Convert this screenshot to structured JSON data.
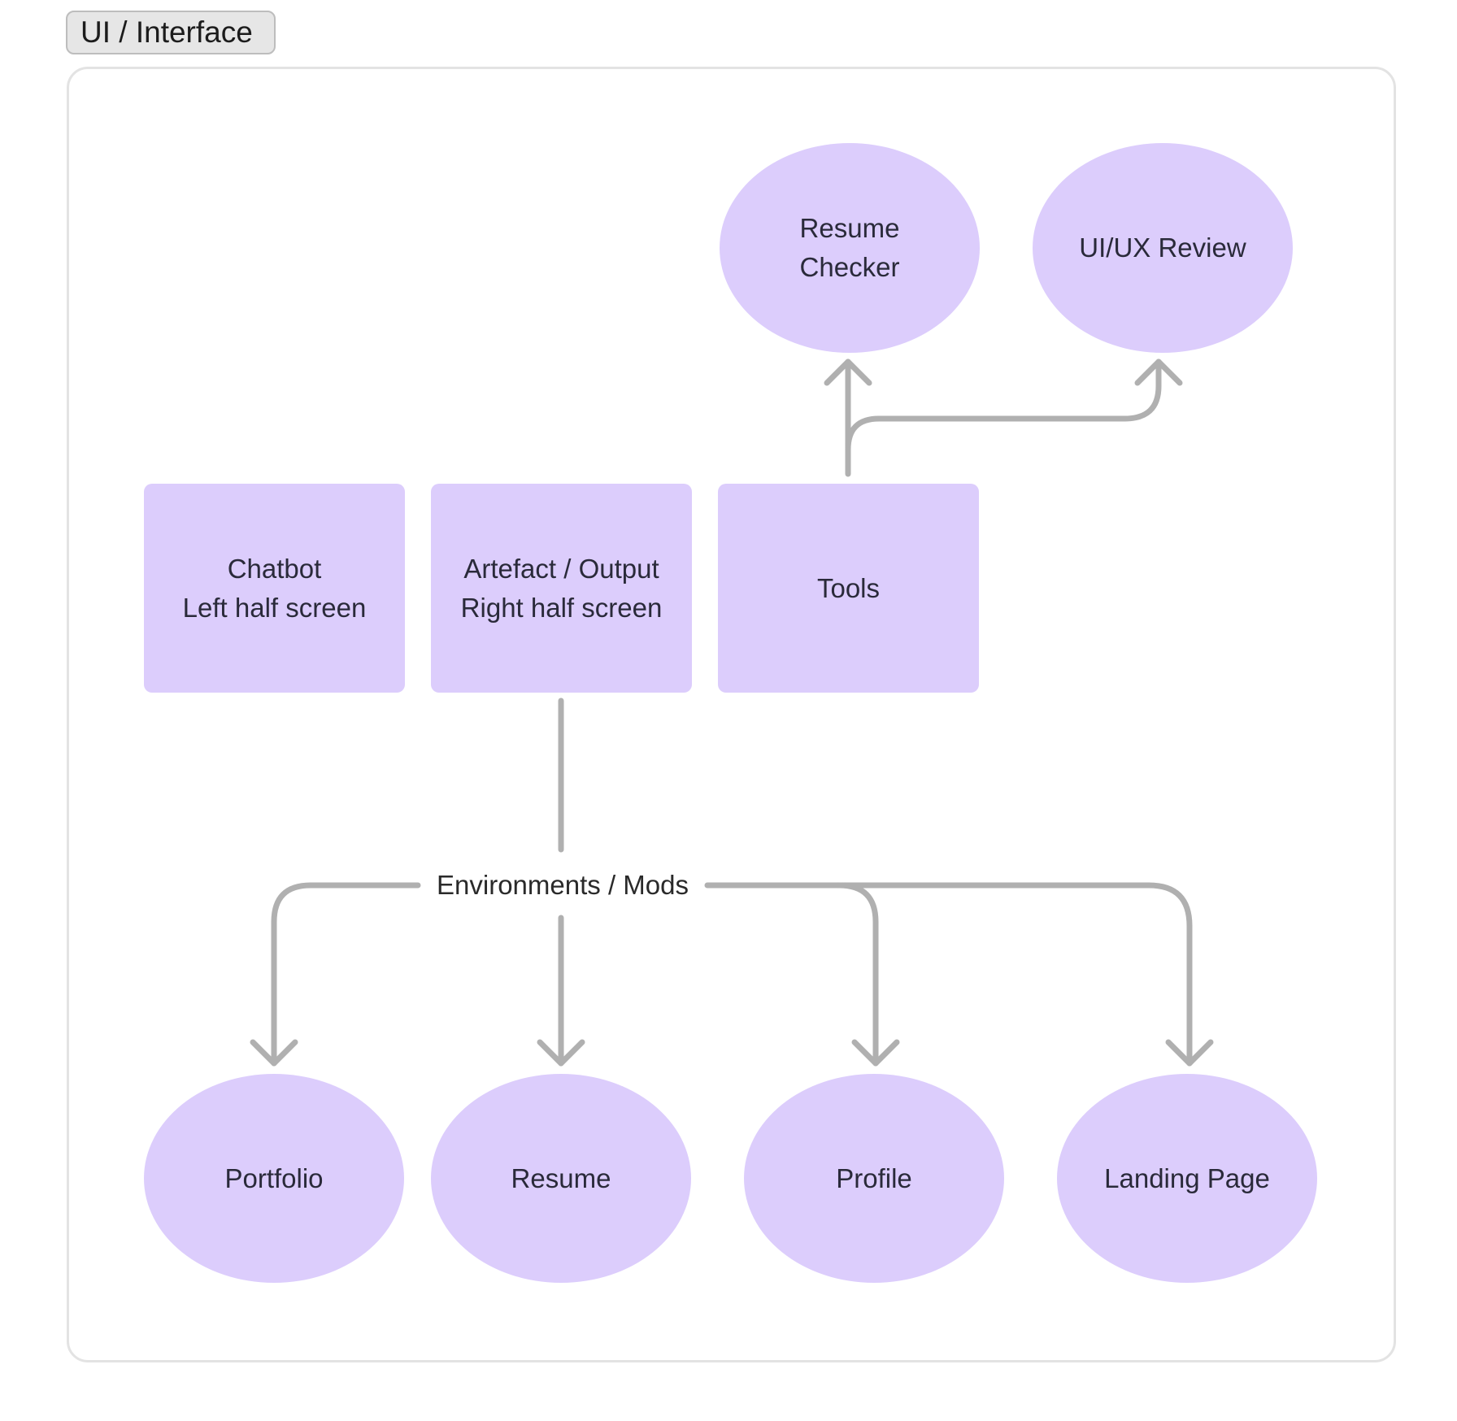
{
  "section": {
    "label": "UI / Interface"
  },
  "boxes": {
    "chatbot": {
      "line1": "Chatbot",
      "line2": "Left half screen"
    },
    "artefact": {
      "line1": "Artefact / Output",
      "line2": "Right half screen"
    },
    "tools": {
      "label": "Tools"
    }
  },
  "tools_children": {
    "resume_checker": {
      "line1": "Resume",
      "line2": "Checker"
    },
    "uiux_review": {
      "label": "UI/UX Review"
    }
  },
  "environments": {
    "label": "Environments / Mods",
    "items": {
      "portfolio": "Portfolio",
      "resume": "Resume",
      "profile": "Profile",
      "landing_page": "Landing Page"
    }
  },
  "colors": {
    "node_fill": "#dccdfc",
    "connector": "#b0b0b0",
    "frame_border": "#e3e3e3",
    "tag_fill": "#e6e6e6"
  }
}
